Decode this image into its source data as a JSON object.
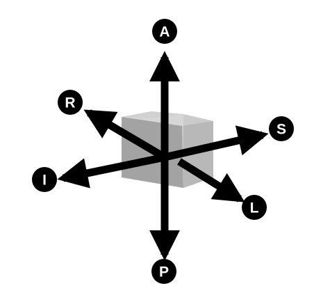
{
  "axes": {
    "anterior": {
      "label": "A"
    },
    "posterior": {
      "label": "P"
    },
    "right": {
      "label": "R"
    },
    "left": {
      "label": "L"
    },
    "superior": {
      "label": "S"
    },
    "inferior": {
      "label": "I"
    }
  },
  "colors": {
    "arrow": "#000000",
    "label_circle": "#000000",
    "label_text": "#ffffff",
    "cube_front": "#8f8f8f",
    "cube_top": "#d2d2d2",
    "cube_side": "#b3b3b3"
  }
}
